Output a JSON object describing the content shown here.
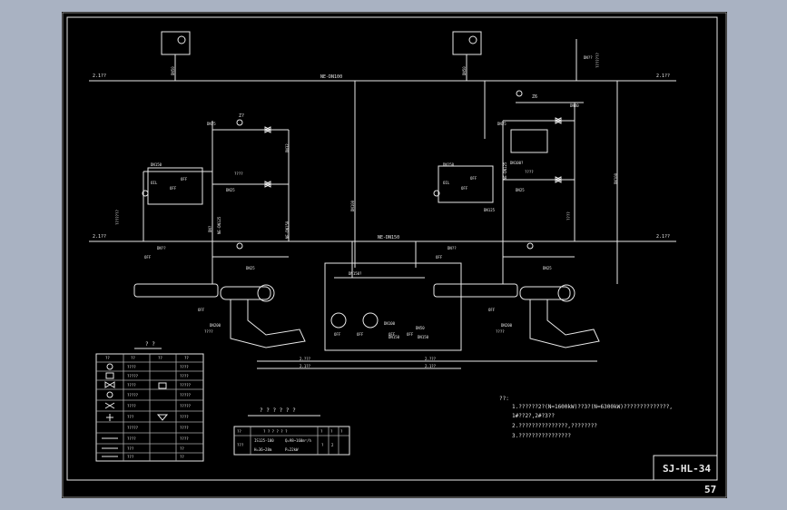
{
  "sheet": {
    "code": "SJ-HL-34",
    "page": "57"
  },
  "pipes": {
    "main_top": "NE-DN100",
    "main_mid": "NE-DN150",
    "mid_left_end": "2.1??",
    "mid_right_end": "2.1??",
    "top_left_end": "2.1??",
    "top_right_end": "2.1??",
    "bottom_label_1": "2.???",
    "bottom_label_2": "2.1??",
    "bottom_label_3": "2.???",
    "bottom_label_4": "2.1??"
  },
  "labels": {
    "dn50": "DN50",
    "dn150": "DN150",
    "dn125": "DN125",
    "dn25": "DN25",
    "dn40": "DN40",
    "dn100": "DN100",
    "dn200": "DN200",
    "dn65": "DN65",
    "dn32": "DN32",
    "off": "OFF",
    "oil": "OIL",
    "qm": "????",
    "qm_long": "???????",
    "qm_short": "??",
    "ne_dn125": "NE-DN125",
    "ne_dn150": "NE-DN150",
    "dn_ti": "DN??",
    "dn_fe": "DN?",
    "z_tag": "Z?",
    "z_tag2": "Z6",
    "dn150_z": "DN150?",
    "dn100_z": "DN100?"
  },
  "legend": {
    "title": "? ?",
    "header": [
      "??",
      "??",
      "??",
      "??"
    ],
    "rows": [
      [
        "????",
        "????"
      ],
      [
        "?????",
        "????"
      ],
      [
        "????",
        "?????"
      ],
      [
        "?????",
        "?????"
      ],
      [
        "????",
        "?????"
      ],
      [
        "???",
        "????"
      ],
      [
        "?????",
        "????"
      ],
      [
        "????",
        "????"
      ],
      [
        "???",
        "??"
      ],
      [
        "???",
        "??"
      ],
      [
        "???",
        "??"
      ]
    ]
  },
  "equipment": {
    "title": "? ? ? ? ? ?",
    "header": [
      "??",
      "? ? ? ? ? ?",
      "?",
      "?",
      "?"
    ],
    "row_label": "???",
    "spec_1": "IS125-100",
    "spec_2": "H=36~28m",
    "spec_3": "Q=98~160m³/h",
    "spec_4": "P=22kW",
    "col_unit": "?",
    "col_qty": "2"
  },
  "notes": {
    "heading": "??:",
    "items": [
      "1.??????2?(N=1600kW)??3?(N=6300kW)??????????????,",
      "  1#??2?,2#?3??",
      "2.???????????????,????????",
      "3.????????????????"
    ]
  }
}
